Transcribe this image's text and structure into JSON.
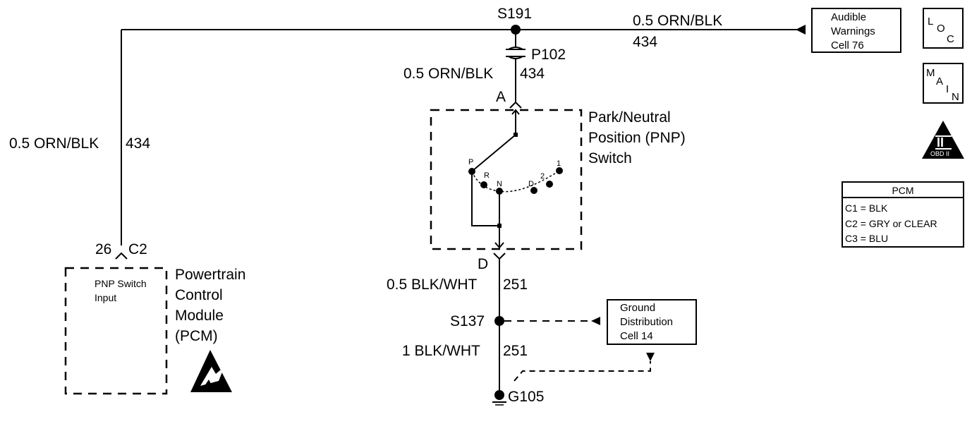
{
  "splices": {
    "s191": "S191",
    "s137": "S137"
  },
  "connectors": {
    "p102": "P102",
    "pin_a": "A",
    "pin_d": "D",
    "pin_26": "26",
    "c2": "C2"
  },
  "wires": {
    "top_right_gauge": "0.5 ORN/BLK",
    "top_right_circuit": "434",
    "mid_gauge": "0.5 ORN/BLK",
    "mid_circuit": "434",
    "left_gauge": "0.5 ORN/BLK",
    "left_circuit": "434",
    "lower_gauge": "0.5 BLK/WHT",
    "lower_circuit": "251",
    "bottom_gauge": "1 BLK/WHT",
    "bottom_circuit": "251"
  },
  "ground": "G105",
  "references": {
    "audible": [
      "Audible",
      "Warnings",
      "Cell 76"
    ],
    "ground_dist": [
      "Ground",
      "Distribution",
      "Cell 14"
    ]
  },
  "pnp_switch": {
    "label": [
      "Park/Neutral",
      "Position (PNP)",
      "Switch"
    ],
    "positions": {
      "p": "P",
      "r": "R",
      "n": "N",
      "d": "D",
      "two": "2",
      "one": "1"
    }
  },
  "pcm": {
    "label": [
      "Powertrain",
      "Control",
      "Module",
      "(PCM)"
    ],
    "input": [
      "PNP Switch",
      "Input"
    ]
  },
  "icons": {
    "loc": {
      "l": "L",
      "o": "O",
      "c": "C"
    },
    "main": {
      "m": "M",
      "a": "A",
      "i": "I",
      "n": "N"
    },
    "obd": {
      "numeral": "II",
      "text": "OBD II"
    }
  },
  "pcm_legend": {
    "title": "PCM",
    "rows": [
      "C1 = BLK",
      "C2 = GRY or CLEAR",
      "C3 = BLU"
    ]
  },
  "colors": {
    "line": "#000000",
    "background": "#ffffff"
  }
}
